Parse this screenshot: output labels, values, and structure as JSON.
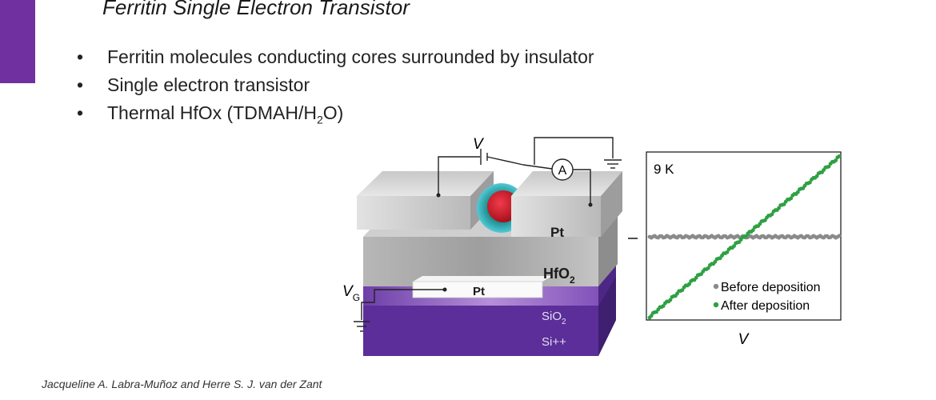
{
  "slide": {
    "title": "Ferritin Single Electron Transistor",
    "bullets": [
      "Ferritin molecules conducting cores surrounded by insulator",
      "Single electron transistor",
      "Thermal HfOx (TDMAH/H",
      "2",
      "O)"
    ],
    "citation_authors": "Jacqueline A. Labra-Muñoz and Herre S. J. van der Zant"
  },
  "device": {
    "label_v": "V",
    "label_ammeter": "A",
    "label_pt_top": "Pt",
    "label_hfo": "HfO",
    "label_hfo_sub": "2",
    "label_pt_gate": "Pt",
    "label_vg": "V",
    "label_vg_sub": "G",
    "label_sio": "SiO",
    "label_sio_sub": "2",
    "label_si": "Si++"
  },
  "chart_data": {
    "type": "scatter",
    "annotation": "9 K",
    "xlabel": "V",
    "ylabel": "",
    "xlim": [
      -1,
      1
    ],
    "ylim": [
      -1,
      1
    ],
    "grid": false,
    "legend_placement": "bottom-right",
    "series": [
      {
        "name": "Before deposition",
        "color": "#8a8a8a",
        "x": [
          -1,
          1
        ],
        "y": [
          0,
          0
        ]
      },
      {
        "name": "After deposition",
        "color": "#2ea043",
        "x": [
          -1,
          1
        ],
        "y": [
          -1,
          1
        ]
      }
    ]
  }
}
